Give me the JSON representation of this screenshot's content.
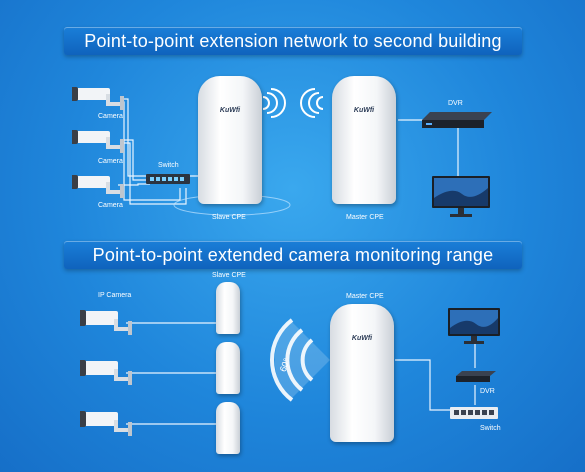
{
  "top": {
    "title": "Point-to-point extension network to second building",
    "camera_label": "Camera",
    "switch_label": "Switch",
    "slave_label": "Slave CPE",
    "master_label": "Master CPE",
    "dvr_label": "DVR",
    "brand": "KuWfi"
  },
  "bottom": {
    "title": "Point-to-point extended camera monitoring range",
    "ip_camera_label": "IP Camera",
    "slave_label": "Slave CPE",
    "master_label": "Master CPE",
    "angle": "60°",
    "dvr_label": "DVR",
    "switch_label": "Switch",
    "brand": "KuWfi"
  }
}
